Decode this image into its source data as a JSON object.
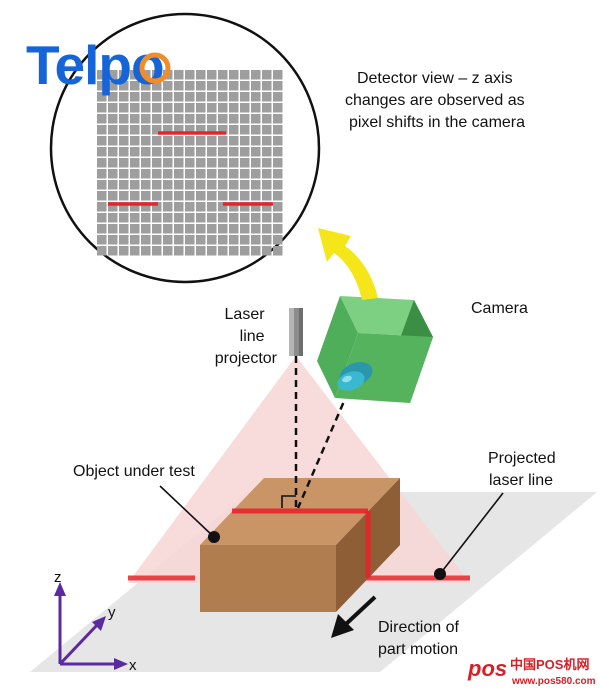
{
  "logo": {
    "text": "Telpo",
    "color": "#1565d8",
    "accent": "#f28c28"
  },
  "detector": {
    "caption": [
      "Detector view – z axis",
      "changes are observed as",
      "pixel shifts in the camera"
    ],
    "grid_cols": 17,
    "grid_rows": 17
  },
  "labels": {
    "camera": "Camera",
    "projector": [
      "Laser",
      "line",
      "projector"
    ],
    "object": "Object under test",
    "projected": [
      "Projected",
      "laser line"
    ],
    "direction": [
      "Direction of",
      "part motion"
    ]
  },
  "axes": {
    "z": "z",
    "y": "y",
    "x": "x"
  },
  "watermark": {
    "brand": "pos",
    "cn": "中国POS机网",
    "url": "www.pos580.com"
  },
  "colors": {
    "laser": "#e8242b",
    "box_front": "#b07d4f",
    "box_top": "#c99466",
    "box_side": "#8e5f36",
    "camera_front": "#4fae5a",
    "camera_top": "#7dcf82",
    "camera_side": "#3b8f45",
    "lens": "#39b8cf",
    "plane": "#e6e6e6",
    "fan": "#f7d6d6",
    "arrow_yellow": "#f5e61a",
    "axis_purple": "#5b2a9e"
  }
}
